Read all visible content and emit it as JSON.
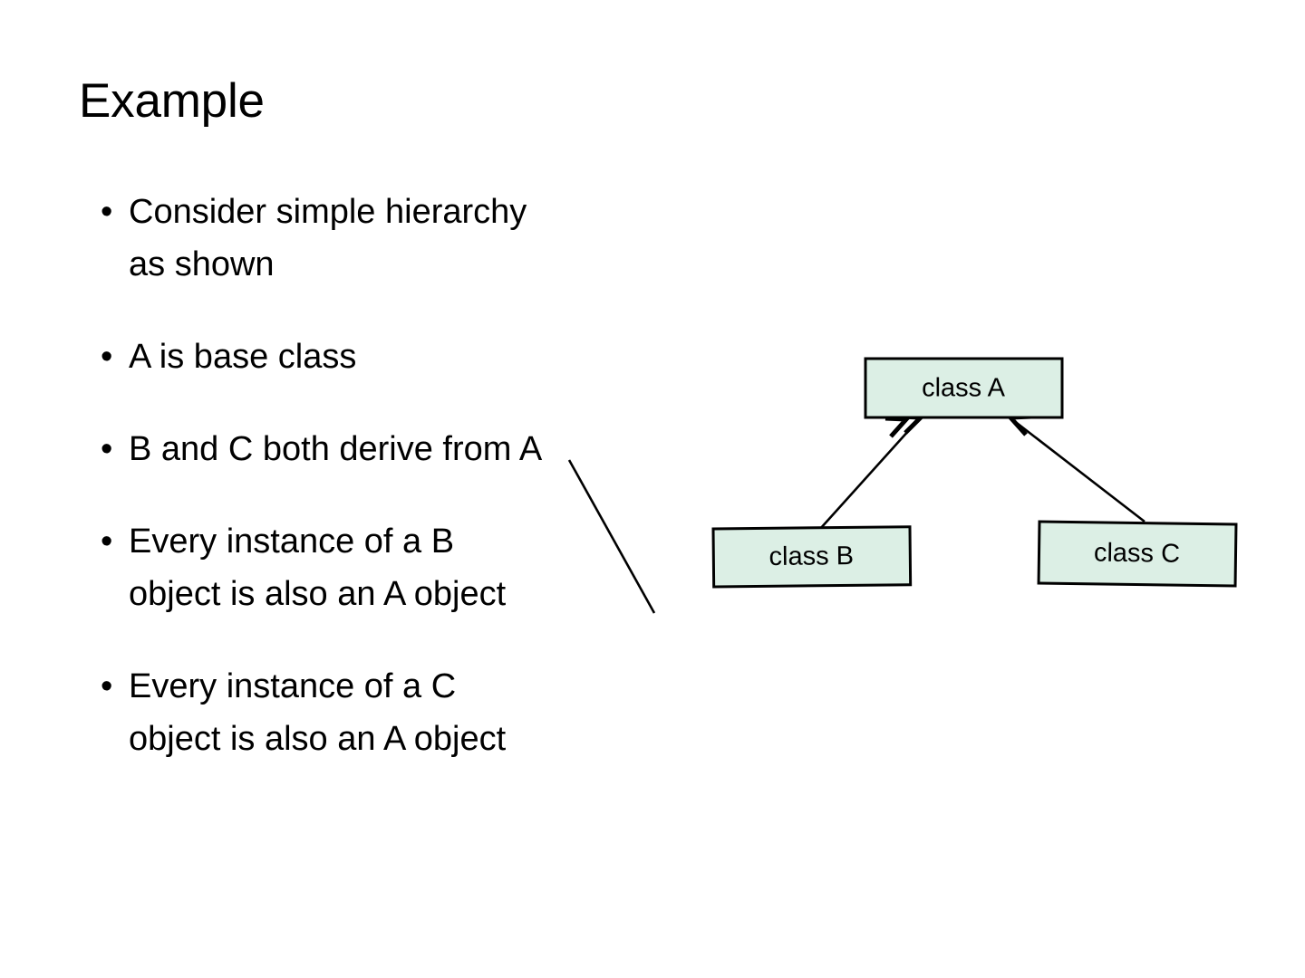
{
  "slide": {
    "title": "Example",
    "background_color": "#ffffff",
    "text_color": "#000000"
  },
  "bullets": [
    {
      "marker": "•",
      "text": "Consider simple hierarchy\nas shown"
    },
    {
      "marker": "•",
      "text": "A is base class"
    },
    {
      "marker": "•",
      "text": "B and C both derive from A"
    },
    {
      "marker": "•",
      "text": "Every instance of a B\nobject is also an A object"
    },
    {
      "marker": "•",
      "text": "Every instance of a C\nobject is also an A object"
    }
  ],
  "diagram": {
    "type": "uml-class-hierarchy",
    "box_fill_color": "#dcefe5",
    "box_border_color": "#000000",
    "connector_color": "#000000",
    "nodes": [
      {
        "id": "A",
        "label": "class A",
        "role": "base-class"
      },
      {
        "id": "B",
        "label": "class B",
        "role": "derived-class"
      },
      {
        "id": "C",
        "label": "class C",
        "role": "derived-class"
      }
    ],
    "edges": [
      {
        "from": "B",
        "to": "A",
        "relation": "inheritance",
        "arrow": "open-arrowhead"
      },
      {
        "from": "C",
        "to": "A",
        "relation": "inheritance",
        "arrow": "open-arrowhead"
      }
    ]
  }
}
